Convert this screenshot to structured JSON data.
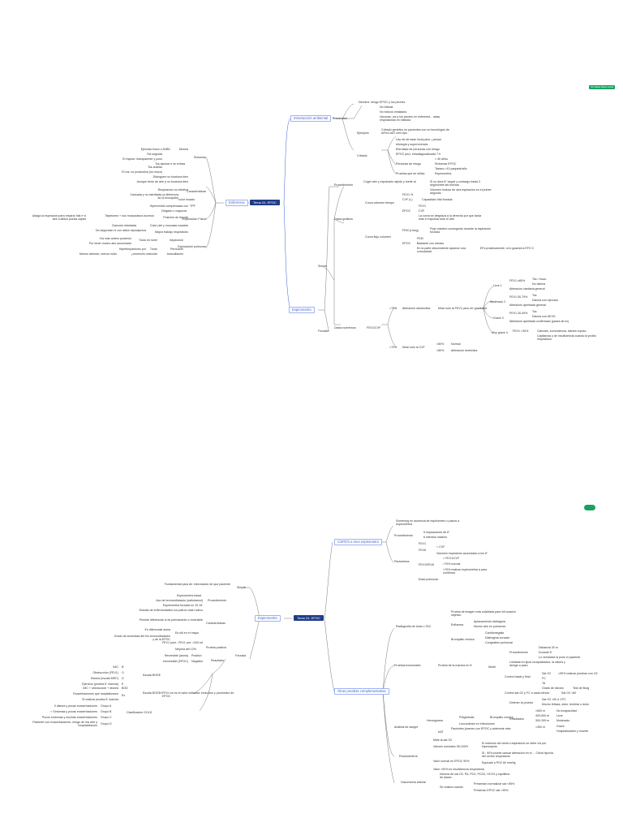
{
  "badges": {
    "top_badge": "Ver Mapas  Mapa mental",
    "bottom_badge": ""
  },
  "colors": {
    "hub": "#1f3c88",
    "branch": "#3b5fd6",
    "link": "#3b5fd6",
    "badge": "#1aa260"
  },
  "map1": {
    "hub": "Tema 24. EPOC",
    "b_intro": "Introducción ambiental",
    "b_enfermera": "Enfermera",
    "b_espirometria": "Espirometría",
    "prevencion": "Prevención",
    "prev_items": [
      "Directriz: riesgo EPOC y los peones",
      "No fútbola",
      "No tóxicos inhalados",
      "Vacunas: vía y los peores en enfermed... adaa respiratorias en infancia"
    ],
    "ejemplos": "Ejemplos",
    "ej_items": [
      "Cribado genético en pacientes con un tecnólogos de a!Fecl AAT cero tipo"
    ],
    "cribado": "Cribado",
    "cr_items": [
      "Uso de de base local para: ¿actuar",
      "etiología y supervivencia",
      "Eternidad de personas con riesgo",
      "EPOC peci, infradiagnosticada 7.9"
    ],
    "personas_riesgo": "Personas de riesgo",
    "pr_items": [
      "> 40 años",
      "Síntomas EPOC",
      "Tabaco >10 paquete/año"
    ],
    "pruebas_saludo": "Pruebas que se utiliza",
    "espirometria_word": "Espirometría",
    "sintomas": "Síntomas",
    "sint_items": [
      "Ejercicio físico o AVBD",
      "Disnea",
      "Tos seguida",
      "El esputo: transparente y poco",
      "Tos asociar e se extraa",
      "Tos auxiliar",
      "El tos: no productiva (no moco)"
    ],
    "caracteristicas": "Características",
    "car_items": [
      "Dialogues no funciona bien",
      "Aunque tiene de aire y no funciona bien",
      "Respiración no efectiva",
      "Cansada y no estrellada (a diferencia de la bronquitis)",
      "color rosado",
      "Hiperventiló compensada con",
      "TPF"
    ],
    "explorar_fisica": "Exploración Física",
    "ef_items": [
      "Delgado o caqueza",
      "Tarjetones + uso musculatura accesor",
      "Posición de trípode",
      "Alarga la espiración para respirar hist e vi aire a labios pueda captar",
      "Cianosis retardada",
      "Color piel y mucosas rosadas",
      "No segundan ni con datos hipocápnica",
      "Mayor trabajo respiratorio"
    ],
    "expl_pulmonar": "Exploración pulmonar",
    "ep_items": [
      "Vía más antero posterior",
      "Tórax en tonel",
      "Inspección",
      "Por tener mucho aire acumulado",
      "Hipertimpanismo por",
      "Tórax",
      "Percusión",
      "Menos alveolar, menos ruido",
      "¿murmullo vesicular",
      "Auscultación"
    ],
    "simple": "Simple",
    "forzada": "Forzada",
    "procedimiento": "Procedimiento",
    "proc_items": [
      "Coger aire y expulsarlo rápido y fuerte al",
      "Si no dura 6\" seguir y contargo hasta 3 seg/sombé las fuerzas",
      "Volumen incluso de otra espiración en el primer segundo"
    ],
    "datos_graficos": "Datos gráficos",
    "curva_volumen": "Curva volumen tiempo",
    "cv_items": [
      "FEV1 %",
      "CVF (L)",
      "Capacidad vital forzada",
      "EPOC",
      "FEV1",
      "CVF",
      "La curva se desplaza a la derecha por que tarda más el expulsar todo el aire"
    ],
    "flujo": "FEM (L/seg)",
    "curva_flujo": "Curva flujo volumen",
    "cf_items": [
      "Flujo máximo conseguido durante la espiración forzada",
      "EPOC",
      "FEM",
      "Bastante con retraso",
      "En la parte descendente aparece una concavidad",
      "EFs prácticamente, si lo guarda la EFO C"
    ],
    "datos_numericos": "Datos numéricos",
    "fev_cvf": "FEV1/CVF",
    "lt70": "<70%",
    "alteracion": "Alteración obstructiva",
    "mirar_fev1": "Mirar solo la FEV1 para ver gravedad",
    "grados": [
      {
        "label": "Leve 1",
        "items": [
          "FEV1 ≥80%",
          "Tos / moco",
          "No disnea",
          "Alteración caetlaria general"
        ]
      },
      {
        "label": "Moderado 2",
        "items": [
          "FEV1 50-79%",
          "Tos",
          "Disnea con ejercicio",
          "Alteración aperitada general"
        ]
      },
      {
        "label": "Grave 3",
        "items": [
          "FEV1 30-49%",
          "Tos",
          "Disnea con AEVD",
          "Alteración aperitada confirmado (pases all ev)"
        ]
      },
      {
        "label": "Muy grave 4",
        "items": [
          "FEV1 <30%",
          "Cianosis, somnolencia, disnea reposo",
          "Capitanías y de insuficiencia cuando la probio respiratorio"
        ]
      }
    ],
    "gt70": ">70%",
    "mirar_cvf": "Mirar solo la CVF",
    "normal": "Normal",
    "alt_restrictiva": "Alteración restrictiva",
    "pct80a": ">80%",
    "pct80b": "<80%"
  },
  "map2": {
    "hub": "Tema 24. EPOC",
    "b_copd": "COPD's a mon espirometro",
    "b_espiro": "Espirometría",
    "b_otras": "Otras pruebas complementarias",
    "proc": "Procedimiento",
    "proc_items": [
      "Screening en ausencia de espirómetro o pasos a espirometría",
      "5 espiraciones de 6\"",
      "6 intentos máximo"
    ],
    "parametros": "Parámetros",
    "par_items": [
      "FEV1",
      "FEV6",
      "< CVF",
      "Volumen espiratorio acumulado a los 6\"",
      "FEV1/FEV6",
      "> FEV1/CVF",
      ">70% normal",
      "<70% realizar espirometría a para confirmar",
      "Edad pulmonar"
    ],
    "simple": "Simple",
    "simple_items": [
      "Fundamental para de: información de que paciente",
      "Espirometría basal"
    ],
    "procedimiento": "Procedimiento",
    "proc2_items": [
      "Uso de broncodilatador (salbutamol)",
      "Espirometría forzada en 10-15'",
      "Estudio de enfermedades con patrón obst ructivo",
      "Permite diferenciar si es permanente o reversible"
    ],
    "caracteristicas": "Características",
    "car_items": [
      "En diferencial asma",
      "Es útil en el mapa",
      "Grado de severidad del frío broncodilatador y de la EPOC"
    ],
    "prueba_positiva": "Prueba positiva",
    "pp_items": [
      "FEV1 post - FEV1 pre: >200 ml",
      "Mejoría del 12%"
    ],
    "forzada": "Forzada",
    "resultado": "Resultado",
    "res_items": [
      "Reversible (asma)",
      "Positivo",
      "Irreversible (EPOC)",
      "Negativo"
    ],
    "bode": "Escala BODE",
    "bode_items": [
      "IMC",
      "B",
      "Obstrucción (FEV1)",
      "O",
      "Disnea (escala MRC)",
      "D",
      "Ejercicio (prueba 6' marcha)",
      "E"
    ],
    "boder": "Escala BODEx",
    "boder_items": [
      "IMC + obstrucción + disnea",
      "BOD",
      "Exacerbaciones que hospitalizaron",
      "Ex",
      "Si realizar prueba 6' marcha"
    ],
    "gold": "Clasificación GOLD",
    "gold_items": [
      "0 disnea y pocas exacerbaciones",
      "Grupo A",
      "> Síntomas y pocas exacerbaciones",
      "Grupo B",
      "Pocos síntomas y muchas exacerbaciones",
      "Grupo C",
      "Paciente con exacerbaciones, riesgo de ma arte y hospitalización",
      "Grupo D"
    ],
    "fev1_mejor": "FEV1 es es el valor indicador evolución y pronóstico de EPOC",
    "rx": "Radiografía de tórax o TAC",
    "rx_items": [
      "Prueba de imagen más solicitada para vill ocasion objetivo",
      "Enfisema",
      "Aplanamiento diafragma",
      "Mucho aire en pulmones",
      "Bronquitis crónica",
      "Cardiomegalia",
      "Diafragma curvado",
      "Congestión pulmonar"
    ],
    "pf": "Pruebas funcionales",
    "marcha": "Prueba de la marcha en 6'",
    "marcha_items": [
      "Procedimiento",
      "Distancia 30 m",
      "Durante 6'",
      "Lo velocidad la pone el paciente",
      "Limitada en tipos incapacitados, la claves y deluge a paso",
      "Medir",
      "Control basal y final",
      "Sat O2",
      "<90% realizar pruebas con O2",
      "FC",
      "TA",
      "Grado de disnea",
      "Test de Borg",
      "Control sat O2 y FC a cada minuto",
      "Sat O2 <80",
      "Detener la prueba",
      "Sat O2 <90 a 1'FC",
      "Mucho tiritaza, dolor, temblar o dolor",
      "Resultados",
      ">600 m",
      "No incapacidad",
      "400-600 m",
      "Leve",
      "300-399 m",
      "Moderado",
      "<300 m",
      "Grave",
      "Hospitalización y muerte"
    ],
    "analisis": "Análisis de sangre",
    "an_items": [
      "Hemograma",
      "Poliglobulia",
      "Bronquitis crónica",
      "Leucocitosis en infecciones",
      "AAT",
      "Pacientes jóvenes con EPOC y antecede ntes"
    ],
    "pulsi": "Pulsioximetría",
    "pu_items": [
      "Mide la sat O2",
      "Valores normales 95-100%",
      "El estímulo del centro respiratorio se debe vía por hipercapnia",
      "Valor normal en EPOC 90%",
      "Si : 90% puede causar alteración en el ... Crisis hipoxia del centro respiratorio",
      "Equivale a PO2 60 mmHg",
      "Valor <90% es insuficiencia respiratoria"
    ],
    "gaso": "Gasometría arterial",
    "ga_items": [
      "Informa de sat O2, PA, PO2, PCO2, HCO3 y equilibrio de bases",
      "Se realiza cuando",
      "Presentan normalizar sat <95%",
      "Presenan EPOC sat <90%"
    ]
  }
}
